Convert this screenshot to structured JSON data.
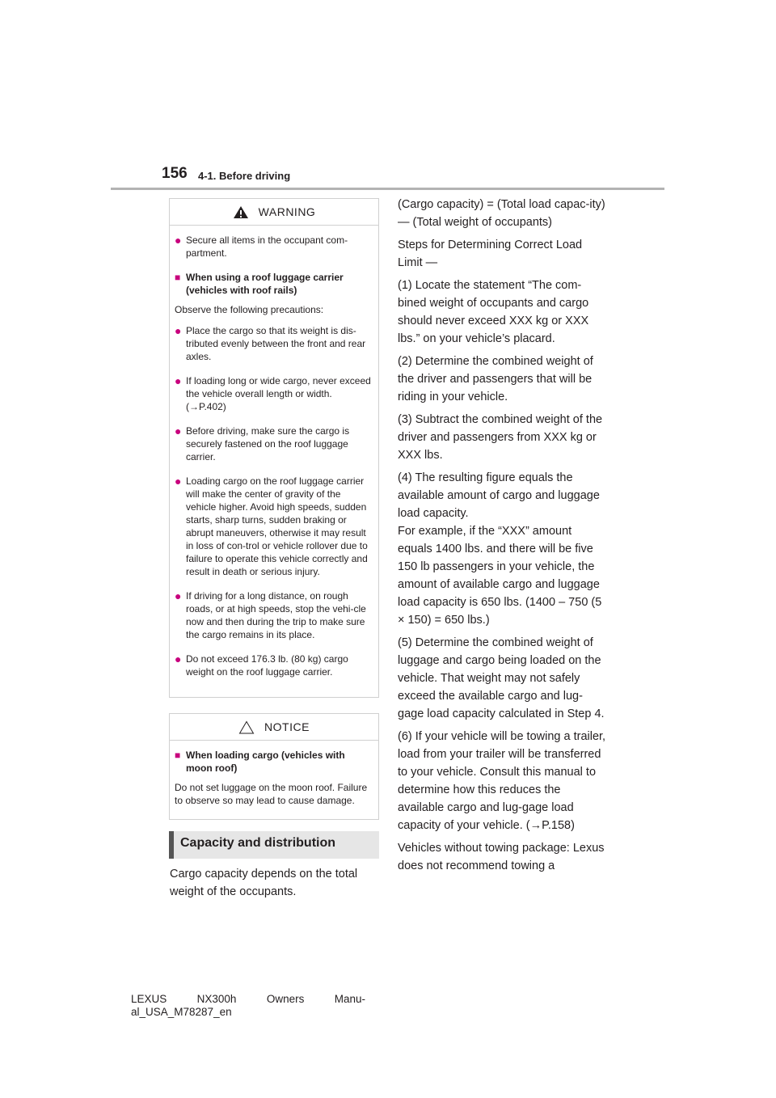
{
  "header": {
    "page_number": "156",
    "section": "4-1. Before driving"
  },
  "warning": {
    "title": "WARNING",
    "bullet_1": "Secure all items in the occupant com-partment.",
    "subheading": "When using a roof luggage carrier (vehicles with roof rails)",
    "intro": "Observe the following precautions:",
    "bullets": [
      "Place the cargo so that its weight is dis-tributed evenly between the front and rear axles.",
      "If loading long or wide cargo, never exceed the vehicle overall length or width. (→P.402)",
      "Before driving, make sure the cargo is securely fastened on the roof luggage carrier.",
      "Loading cargo on the roof luggage carrier will make the center of gravity of the vehicle higher. Avoid high speeds, sudden starts, sharp turns, sudden braking or abrupt maneuvers, otherwise it may result in loss of con-trol or vehicle rollover due to failure to operate this vehicle correctly and result in death or serious injury.",
      "If driving for a long distance, on rough roads, or at high speeds, stop the vehi-cle now and then during the trip to make sure the cargo remains in its place.",
      "Do not exceed 176.3 lb. (80 kg) cargo weight on the roof luggage carrier."
    ]
  },
  "notice": {
    "title": "NOTICE",
    "subheading": "When loading cargo (vehicles with moon roof)",
    "text": "Do not set luggage on the moon roof. Failure to observe so may lead to cause damage."
  },
  "capacity": {
    "heading": "Capacity and distribution",
    "text": "Cargo capacity depends on the total weight of the occupants."
  },
  "right_column": {
    "p1": "(Cargo capacity) = (Total load capac-ity) — (Total weight of occupants)",
    "p2": "Steps for Determining Correct Load Limit —",
    "p3": "(1) Locate the statement “The com-bined weight of occupants and cargo should never exceed XXX kg or XXX lbs.” on your vehicle’s placard.",
    "p4": "(2) Determine the combined weight of the driver and passengers that will be riding in your vehicle.",
    "p5": "(3) Subtract the combined weight of the driver and passengers from XXX kg or XXX lbs.",
    "p6": "(4) The resulting figure equals the available amount of cargo and luggage load capacity.",
    "p7": "For example, if the “XXX” amount equals 1400 lbs. and there will be five 150 lb passengers in your vehicle, the amount of available cargo and luggage load capacity is 650 lbs. (1400 – 750 (5 × 150) = 650 lbs.)",
    "p8": "(5) Determine the combined weight of luggage and cargo being loaded on the vehicle. That weight may not safely exceed the available cargo and lug-gage load capacity calculated in Step 4.",
    "p9": "(6) If your vehicle will be towing a trailer, load from your trailer will be transferred to your vehicle. Consult this manual to determine how this reduces the available cargo and lug-gage load capacity of your vehicle. (→P.158)",
    "p10": "Vehicles without towing package: Lexus does not recommend towing a"
  },
  "footer": {
    "w1": "LEXUS",
    "w2": "NX300h",
    "w3": "Owners",
    "w4": "Manu-",
    "line2": "al_USA_M78287_en"
  }
}
